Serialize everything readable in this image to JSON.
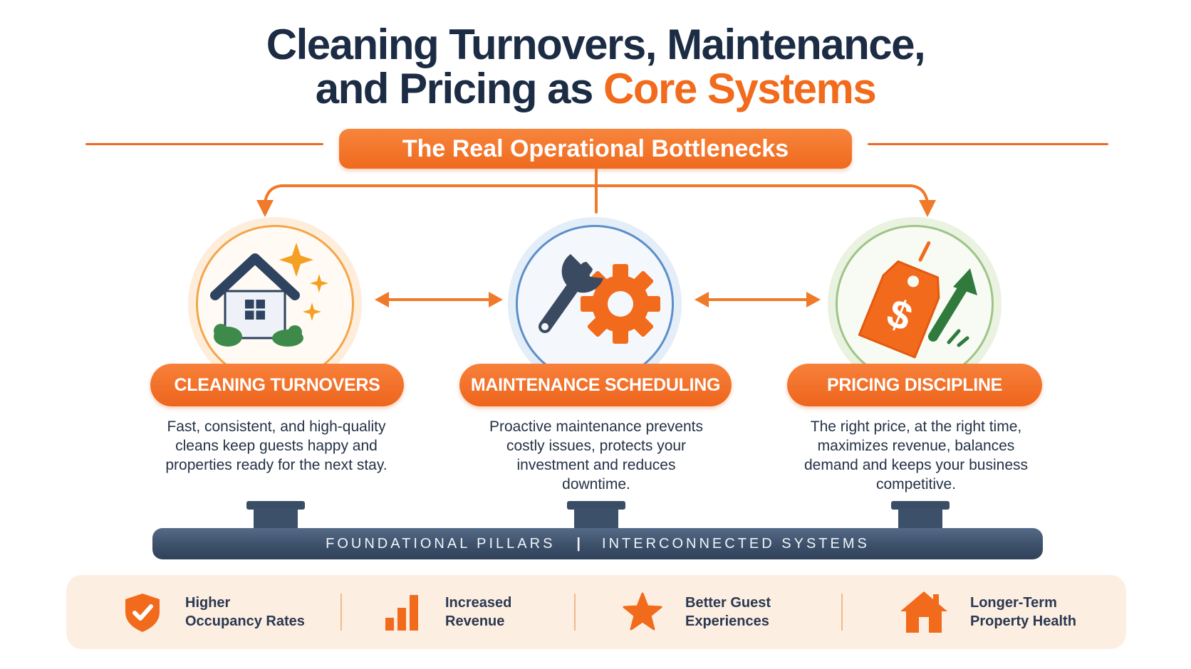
{
  "title": {
    "line1": "Cleaning Turnovers, Maintenance,",
    "line2_prefix": "and Pricing as ",
    "line2_accent": "Core Systems"
  },
  "banner": "The Real Operational Bottlenecks",
  "pillars": [
    {
      "label": "CLEANING TURNOVERS",
      "description": "Fast, consistent, and high-quality cleans keep guests happy and properties ready for the next stay.",
      "icon": "house-sparkle-icon"
    },
    {
      "label": "MAINTENANCE SCHEDULING",
      "description": "Proactive maintenance prevents costly issues, protects your investment and reduces downtime.",
      "icon": "wrench-gear-icon"
    },
    {
      "label": "PRICING DISCIPLINE",
      "description": "The right price, at the right time, maximizes revenue, balances demand and keeps your business competitive.",
      "icon": "price-tag-growth-icon"
    }
  ],
  "foundation": {
    "left": "FOUNDATIONAL PILLARS",
    "separator": "|",
    "right": "INTERCONNECTED SYSTEMS"
  },
  "benefits": [
    {
      "line1": "Higher",
      "line2": "Occupancy Rates",
      "icon": "shield-check-icon"
    },
    {
      "line1": "Increased",
      "line2": "Revenue",
      "icon": "bar-chart-icon"
    },
    {
      "line1": "Better Guest",
      "line2": "Experiences",
      "icon": "star-icon"
    },
    {
      "line1": "Longer-Term",
      "line2": "Property Health",
      "icon": "house-icon"
    }
  ],
  "colors": {
    "accent": "#f26a1b",
    "navy": "#1c2c44",
    "slate": "#3b4e68",
    "green": "#3e8a4a",
    "strip": "#fdeee2"
  }
}
